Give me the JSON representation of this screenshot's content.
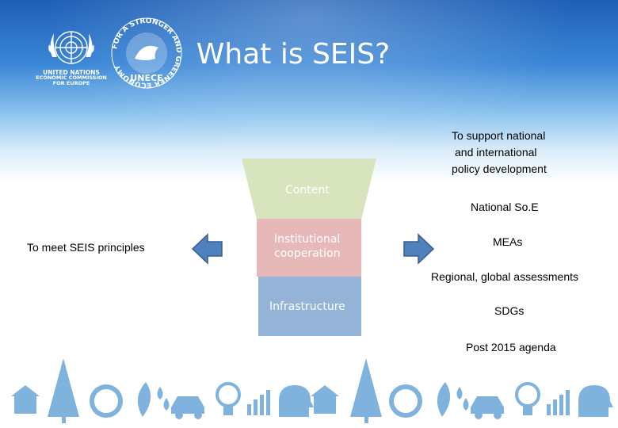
{
  "header": {
    "title": "What is SEIS?",
    "un_logo_lines": [
      "UNITED NATIONS",
      "ECONOMIC COMMISSION",
      "FOR EUROPE"
    ],
    "unece_ring_text": "FOR A STRONGER AND GREENER ECONOMY",
    "unece_wordmark": "UNECE"
  },
  "funnel": {
    "content": "Content",
    "institutional_line1": "Institutional",
    "institutional_line2": "cooperation",
    "infrastructure": "Infrastructure"
  },
  "left_text": "To meet SEIS principles",
  "right": {
    "support_line1": "To support national",
    "support_line2": "and international",
    "support_line3": "policy development",
    "items": [
      "National So.E",
      "MEAs",
      "Regional, global assessments",
      "SDGs",
      "Post 2015 agenda"
    ]
  },
  "colors": {
    "content": "#d7e4bd",
    "institutional": "#e6b9b8",
    "infrastructure": "#95b3d7",
    "arrow_fill": "#4f81bd",
    "arrow_stroke": "#385d8a",
    "icon_blue": "#6ea8d8"
  }
}
